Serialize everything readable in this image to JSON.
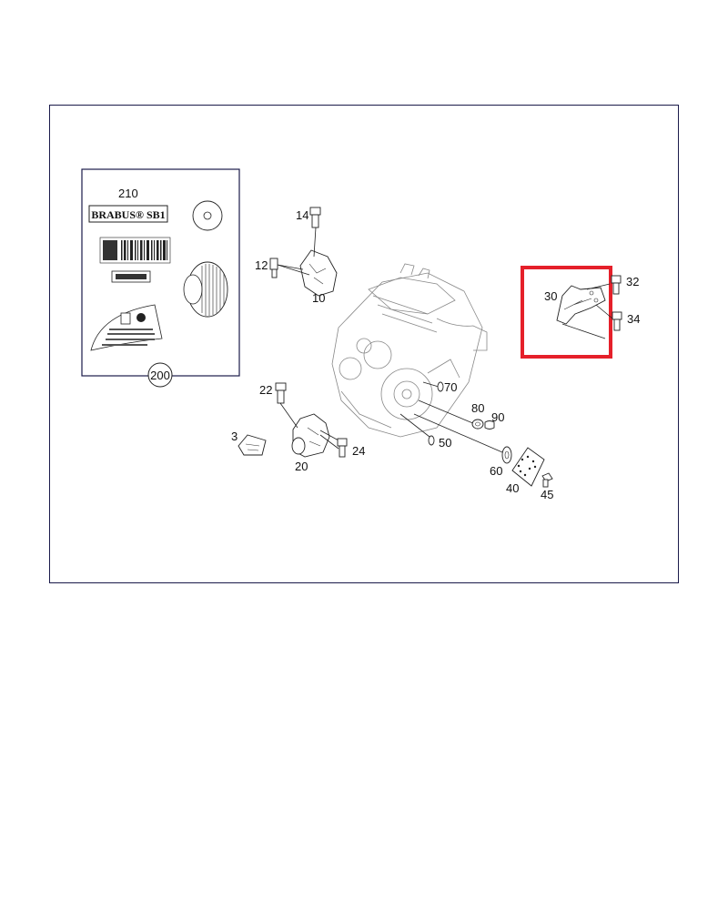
{
  "diagram": {
    "callouts": {
      "p210": "210",
      "p200": "200",
      "p14": "14",
      "p12": "12",
      "p10": "10",
      "p22": "22",
      "p3": "3",
      "p20": "20",
      "p24": "24",
      "p70": "70",
      "p80": "80",
      "p90": "90",
      "p50": "50",
      "p60": "60",
      "p40": "40",
      "p45": "45",
      "p30": "30",
      "p32": "32",
      "p34": "34"
    },
    "kit": {
      "brand_label": "BRABUS® SB1"
    },
    "highlight_color": "#e5202a",
    "frame_color": "#1a1a4a"
  }
}
